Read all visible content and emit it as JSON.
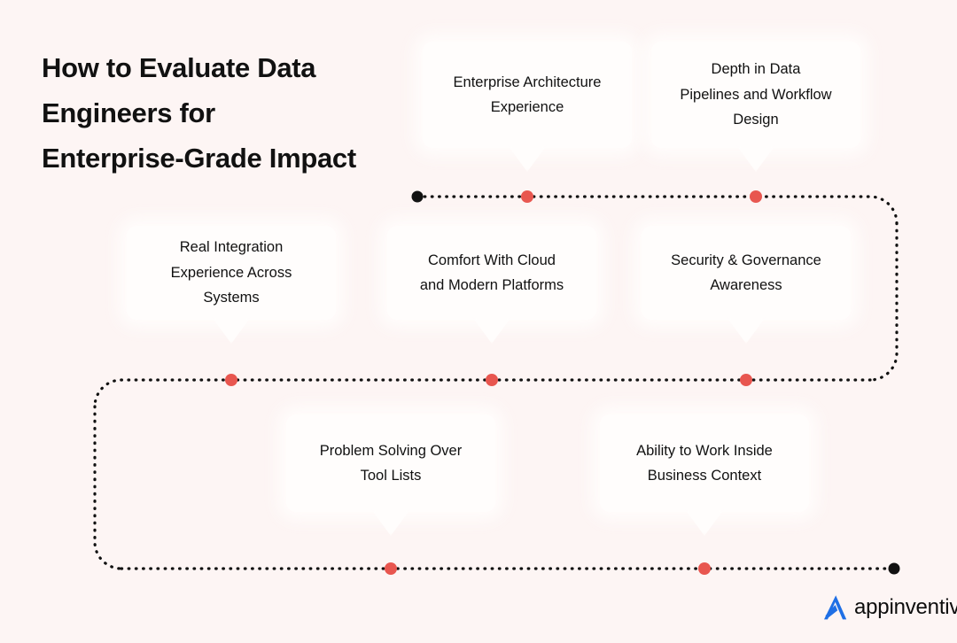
{
  "page": {
    "background_color": "#fdf5f4",
    "card_color": "#fffdfc",
    "accent_color": "#e8564f",
    "path_color": "#111111",
    "title": "How to Evaluate Data\nEngineers for\nEnterprise-Grade Impact"
  },
  "cards": [
    {
      "id": "enterprise-architecture-experience",
      "label": "Enterprise Architecture\nExperience"
    },
    {
      "id": "depth-in-data-pipelines",
      "label": "Depth in Data\nPipelines and Workflow\nDesign"
    },
    {
      "id": "real-integration-experience",
      "label": "Real Integration\nExperience Across\nSystems"
    },
    {
      "id": "comfort-with-cloud",
      "label": "Comfort With Cloud\nand Modern Platforms"
    },
    {
      "id": "security-governance-awareness",
      "label": "Security & Governance\nAwareness"
    },
    {
      "id": "problem-solving-over-tool-lists",
      "label": "Problem Solving Over\nTool Lists"
    },
    {
      "id": "ability-to-work-inside-business-context",
      "label": "Ability to Work Inside\nBusiness Context"
    }
  ],
  "markers": {
    "start_dot": {
      "color": "#111111"
    },
    "end_dot": {
      "color": "#111111"
    },
    "node_dot": {
      "color": "#e8564f"
    }
  },
  "logo": {
    "mark_name": "appinventiv-logo-mark",
    "mark_color": "#1f6fe5",
    "text": "appinventiv"
  }
}
